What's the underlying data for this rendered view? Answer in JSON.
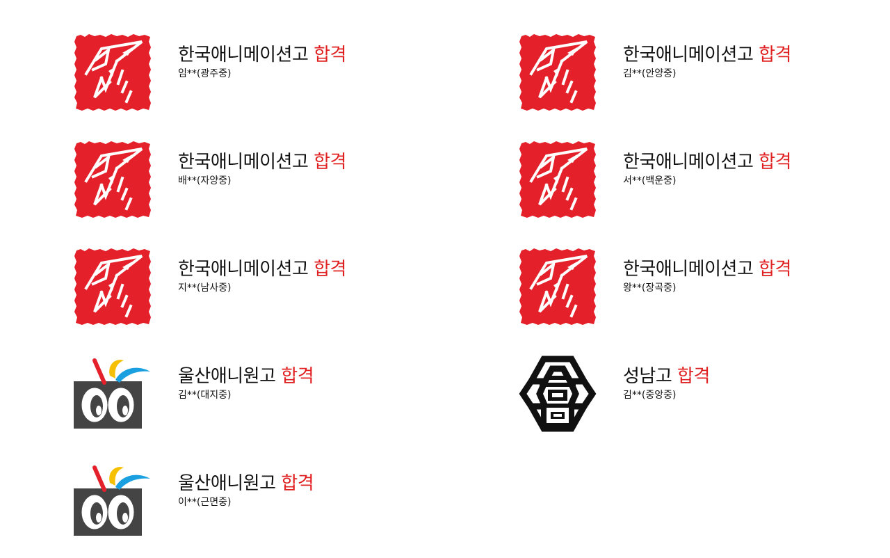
{
  "colors": {
    "accent": "#e02020",
    "logo_red": "#e4202a",
    "logo_dark": "#444444",
    "logo_yellow": "#f6c000",
    "logo_blue": "#1aa0e0",
    "text": "#111111"
  },
  "results": [
    {
      "school": "한국애니메이션고",
      "status": "합격",
      "student": "임**(광주중)",
      "logo": "korea-animation-hs-logo-icon"
    },
    {
      "school": "한국애니메이션고",
      "status": "합격",
      "student": "김**(안양중)",
      "logo": "korea-animation-hs-logo-icon"
    },
    {
      "school": "한국애니메이션고",
      "status": "합격",
      "student": "배**(자양중)",
      "logo": "korea-animation-hs-logo-icon"
    },
    {
      "school": "한국애니메이션고",
      "status": "합격",
      "student": "서**(백운중)",
      "logo": "korea-animation-hs-logo-icon"
    },
    {
      "school": "한국애니메이션고",
      "status": "합격",
      "student": "지**(남사중)",
      "logo": "korea-animation-hs-logo-icon"
    },
    {
      "school": "한국애니메이션고",
      "status": "합격",
      "student": "왕**(장곡중)",
      "logo": "korea-animation-hs-logo-icon"
    },
    {
      "school": "울산애니원고",
      "status": "합격",
      "student": "김**(대지중)",
      "logo": "ulsan-ani-hs-logo-icon"
    },
    {
      "school": "성남고",
      "status": "합격",
      "student": "김**(중앙중)",
      "logo": "seongnam-hs-logo-icon"
    },
    {
      "school": "울산애니원고",
      "status": "합격",
      "student": "이**(근면중)",
      "logo": "ulsan-ani-hs-logo-icon"
    }
  ]
}
